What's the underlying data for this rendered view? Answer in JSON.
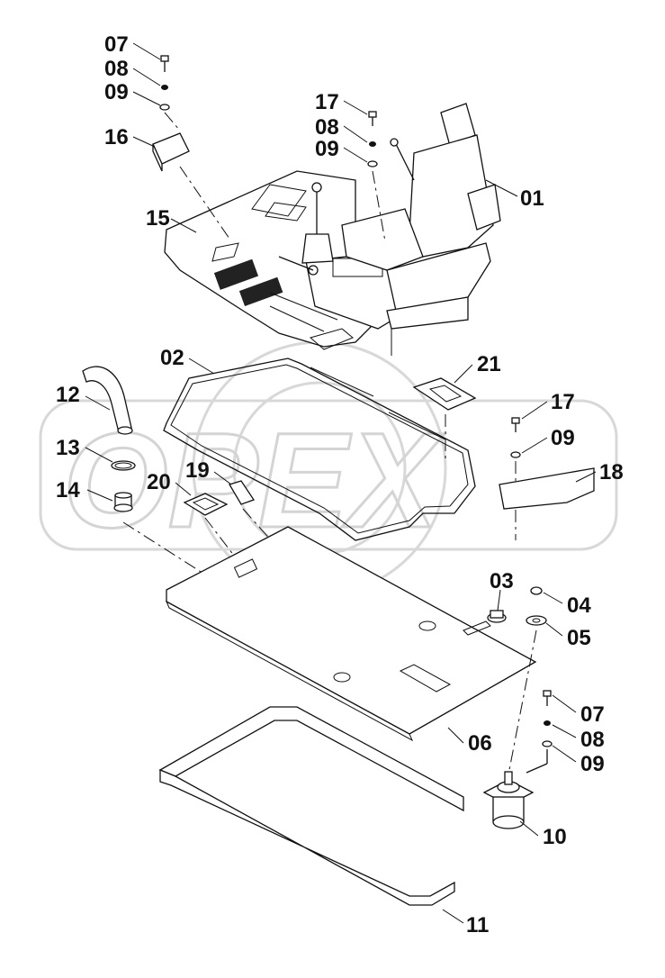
{
  "watermark": {
    "text": "OPEX"
  },
  "callouts": [
    {
      "id": "c07a",
      "text": "07"
    },
    {
      "id": "c08a",
      "text": "08"
    },
    {
      "id": "c09a",
      "text": "09"
    },
    {
      "id": "c16",
      "text": "16"
    },
    {
      "id": "c17a",
      "text": "17"
    },
    {
      "id": "c08b",
      "text": "08"
    },
    {
      "id": "c09b",
      "text": "09"
    },
    {
      "id": "c01",
      "text": "01"
    },
    {
      "id": "c15",
      "text": "15"
    },
    {
      "id": "c02",
      "text": "02"
    },
    {
      "id": "c21",
      "text": "21"
    },
    {
      "id": "c12",
      "text": "12"
    },
    {
      "id": "c17b",
      "text": "17"
    },
    {
      "id": "c09c",
      "text": "09"
    },
    {
      "id": "c13",
      "text": "13"
    },
    {
      "id": "c18",
      "text": "18"
    },
    {
      "id": "c14",
      "text": "14"
    },
    {
      "id": "c20",
      "text": "20"
    },
    {
      "id": "c19",
      "text": "19"
    },
    {
      "id": "c03",
      "text": "03"
    },
    {
      "id": "c04",
      "text": "04"
    },
    {
      "id": "c05",
      "text": "05"
    },
    {
      "id": "c06",
      "text": "06"
    },
    {
      "id": "c07b",
      "text": "07"
    },
    {
      "id": "c08c",
      "text": "08"
    },
    {
      "id": "c09d",
      "text": "09"
    },
    {
      "id": "c10",
      "text": "10"
    },
    {
      "id": "c11",
      "text": "11"
    }
  ]
}
